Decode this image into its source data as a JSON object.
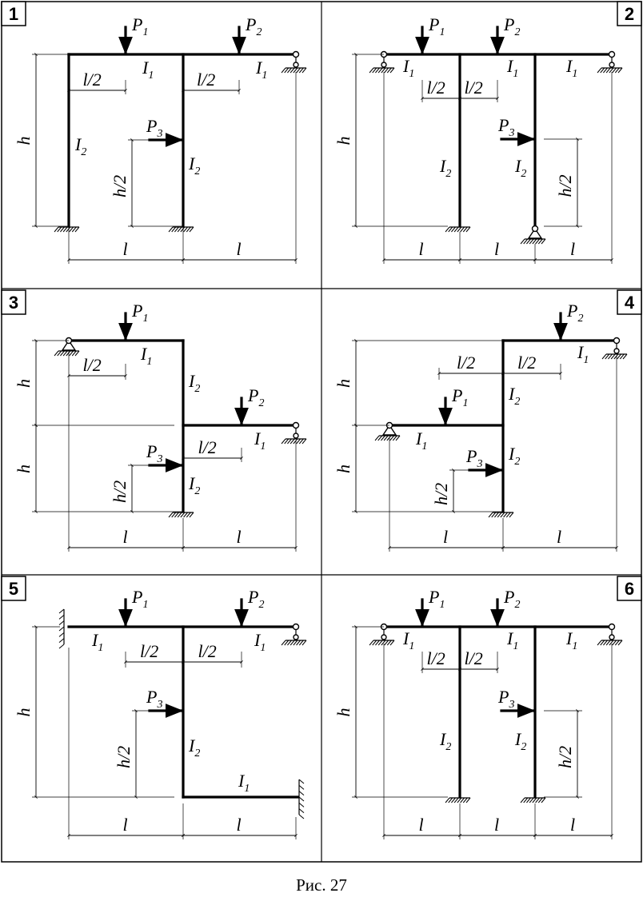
{
  "caption": "Рис. 27",
  "symbols": {
    "P": "P",
    "I": "I",
    "h": "h",
    "h_half": "h/2",
    "l": "l",
    "l_half": "l/2",
    "sub1": "1",
    "sub2": "2",
    "sub3": "3"
  },
  "panels": [
    {
      "number": "1"
    },
    {
      "number": "2"
    },
    {
      "number": "3"
    },
    {
      "number": "4"
    },
    {
      "number": "5"
    },
    {
      "number": "6"
    }
  ]
}
